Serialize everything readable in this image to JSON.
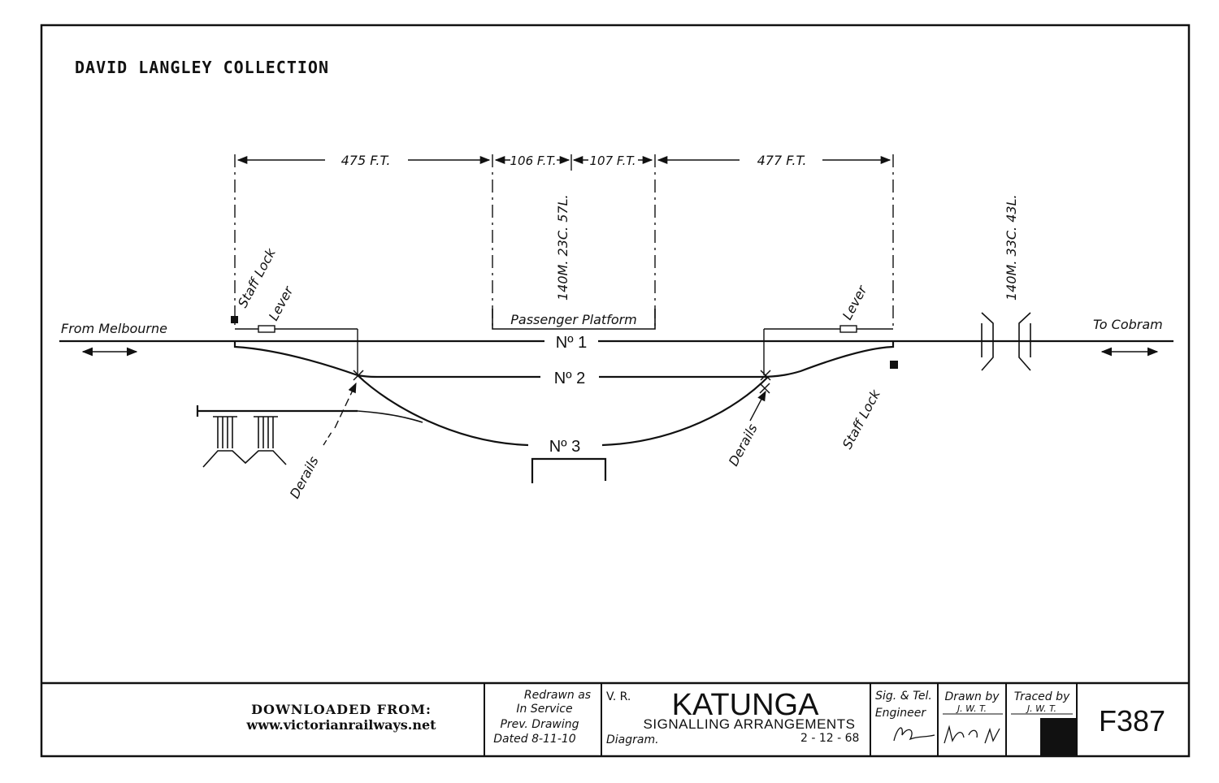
{
  "collection_label": "DAVID LANGLEY COLLECTION",
  "dimensions": {
    "left": "475 F.T.",
    "platform_left": "106 F.T.",
    "platform_right": "107 F.T.",
    "right": "477 F.T."
  },
  "mileage": {
    "station": "140M. 23C. 57L.",
    "east": "140M. 33C. 43L."
  },
  "labels": {
    "from": "From  Melbourne",
    "to": "To Cobram",
    "platform": "Passenger  Platform",
    "road1": "Nº 1",
    "road2": "Nº 2",
    "road3": "Nº 3",
    "staff_lock": "Staff Lock",
    "lever": "Lever",
    "derails": "Derails"
  },
  "title_block": {
    "downloaded_heading": "DOWNLOADED FROM:",
    "downloaded_url": "www.victorianrailways.net",
    "redrawn": [
      "Redrawn as",
      "In  Service",
      "Prev. Drawing",
      "Dated   8-11-10"
    ],
    "railway": "V. R.",
    "station_name": "KATUNGA",
    "subtitle": "SIGNALLING ARRANGEMENTS",
    "diagram_word": "Diagram.",
    "date": "2 - 12 - 68",
    "engineer": [
      "Sig. & Tel.",
      "Engineer"
    ],
    "drawn_by": [
      "Drawn by",
      "J. W. T."
    ],
    "traced_by": [
      "Traced by",
      "J. W. T."
    ],
    "drawing_no": "F387"
  }
}
